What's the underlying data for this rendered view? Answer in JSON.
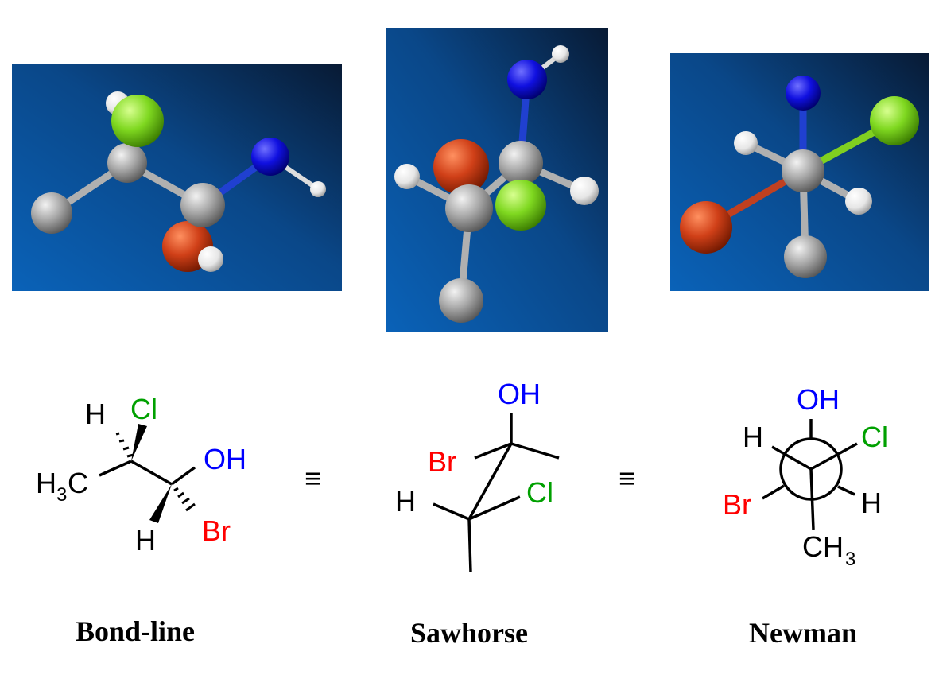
{
  "colors": {
    "carbon": "#000000",
    "chlorine": "#00a000",
    "oxygen": "#0000ff",
    "bromine": "#ff0000",
    "panel_dark": "#0a1e3a",
    "panel_light": "#0a5fb4"
  },
  "bond_line": {
    "cl": "Cl",
    "h_top": "H",
    "h3c_h": "H",
    "h3c_3": "3",
    "h3c_c": "C",
    "oh": "OH",
    "br": "Br",
    "h_bottom": "H",
    "caption": "Bond-line"
  },
  "equiv_symbol": "≡",
  "sawhorse": {
    "oh": "OH",
    "br": "Br",
    "h": "H",
    "cl": "Cl",
    "caption": "Sawhorse"
  },
  "newman": {
    "oh": "OH",
    "h_left": "H",
    "cl": "Cl",
    "br": "Br",
    "h_right": "H",
    "ch3_ch": "CH",
    "ch3_3": "3",
    "caption": "Newman"
  }
}
